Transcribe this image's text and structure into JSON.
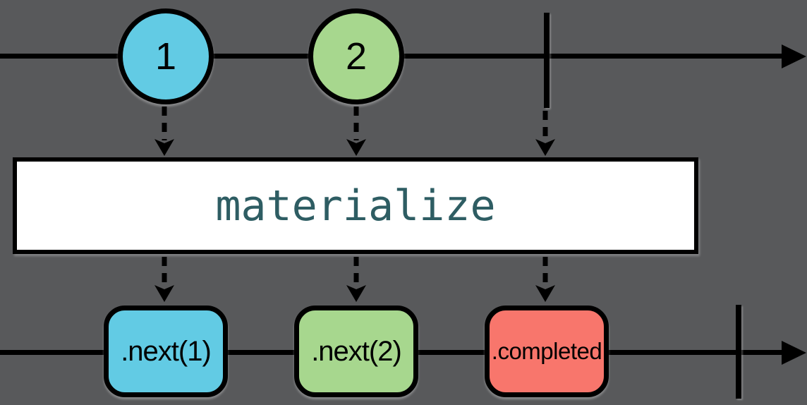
{
  "diagram": {
    "operator": "materialize",
    "colors": {
      "background": "#58595B",
      "stroke": "#000000",
      "operator_box_fill": "#FFFFFF",
      "operator_text": "#2E5D63",
      "next1_fill": "#62CBE4",
      "next2_fill": "#A7D78E",
      "completed_fill": "#F8766C"
    },
    "source_timeline": {
      "events": [
        {
          "type": "next",
          "shape": "circle",
          "label": "1",
          "color": "#62CBE4"
        },
        {
          "type": "next",
          "shape": "circle",
          "label": "2",
          "color": "#A7D78E"
        },
        {
          "type": "completed",
          "shape": "bar"
        }
      ]
    },
    "operator_box": {
      "label": "materialize"
    },
    "output_timeline": {
      "events": [
        {
          "type": "next",
          "shape": "rounded-rect",
          "label": ".next(1)",
          "color": "#62CBE4"
        },
        {
          "type": "next",
          "shape": "rounded-rect",
          "label": ".next(2)",
          "color": "#A7D78E"
        },
        {
          "type": "next",
          "shape": "rounded-rect",
          "label": ".completed",
          "color": "#F8766C"
        },
        {
          "type": "completed",
          "shape": "bar"
        }
      ]
    }
  }
}
